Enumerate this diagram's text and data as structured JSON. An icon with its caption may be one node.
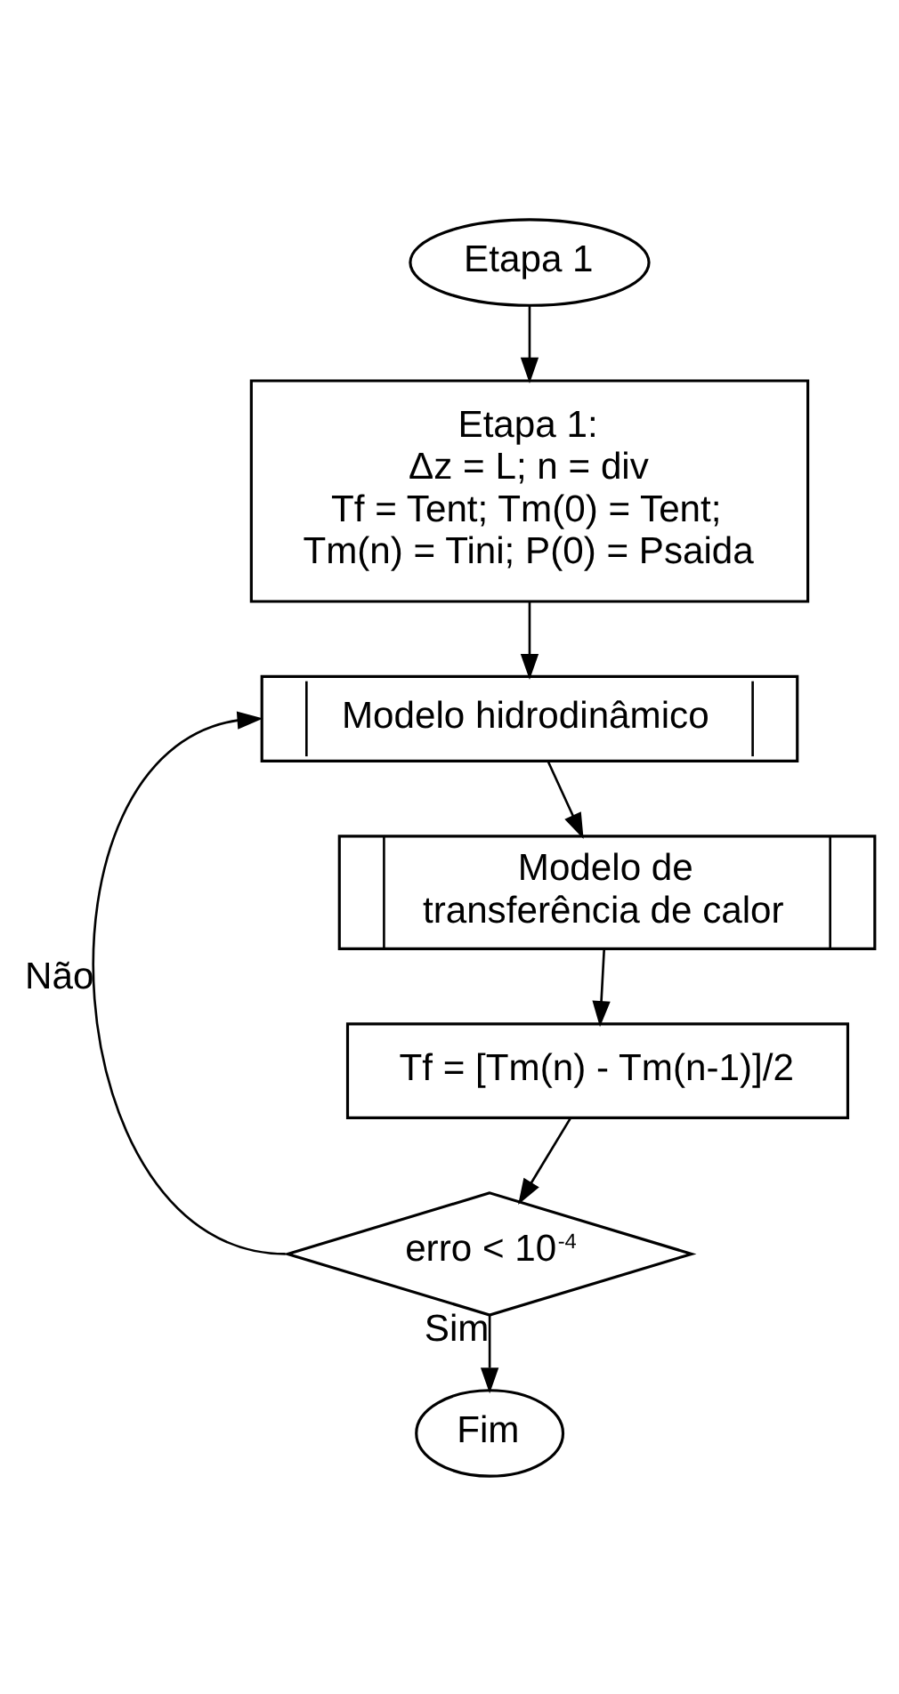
{
  "diagram": {
    "nodes": [
      {
        "text": [
          "Etapa 1"
        ]
      },
      {
        "text": [
          "Etapa 1:",
          "Δz = L; n = div",
          "Tf = Tent; Tm(0) = Tent;",
          "Tm(n) = Tini; P(0) = Psaida"
        ]
      },
      {
        "text": [
          "Modelo hidrodinâmico"
        ]
      },
      {
        "text": [
          "Modelo de transferência de calor"
        ]
      },
      {
        "text": [
          "Tf = [Tm(n) - Tm(n-1)]/2"
        ]
      },
      {
        "text": [
          "erro < 10$^{-4}$"
        ]
      },
      {
        "text": [
          "Fim"
        ]
      }
    ],
    "edges": [
      {
        "from": 0,
        "to": 1,
        "arrow": "to"
      },
      {
        "from": 1,
        "to": 2,
        "arrow": "to"
      },
      {
        "from": 2,
        "to": 3,
        "arrow": "to"
      },
      {
        "from": 3,
        "to": 4,
        "arrow": "to"
      },
      {
        "from": 4,
        "to": 5,
        "arrow": "to"
      },
      {
        "from": 5,
        "to": 2,
        "arrow": "to",
        "label": "Não"
      },
      {
        "from": 5,
        "to": 6,
        "arrow": "to",
        "label": "Sim"
      }
    ]
  }
}
